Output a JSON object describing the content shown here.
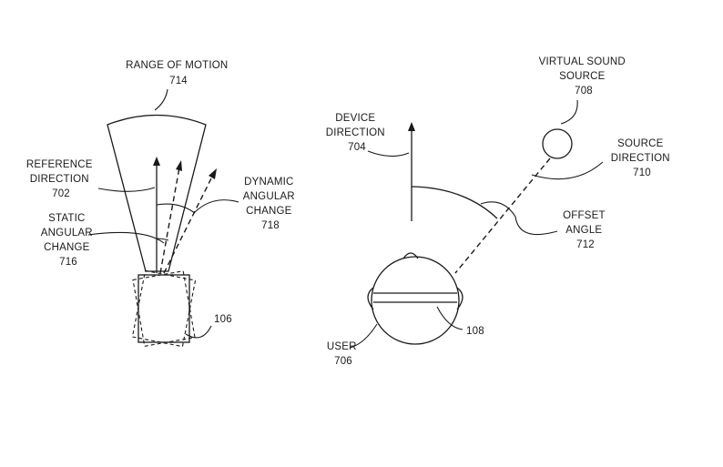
{
  "labels": {
    "range_of_motion": [
      "RANGE OF MOTION",
      "714"
    ],
    "reference_direction": [
      "REFERENCE",
      "DIRECTION",
      "702"
    ],
    "static_angular_change": [
      "STATIC",
      "ANGULAR",
      "CHANGE",
      "716"
    ],
    "dynamic_angular_change": [
      "DYNAMIC",
      "ANGULAR",
      "CHANGE",
      "718"
    ],
    "device_ref": "106",
    "device_direction": [
      "DEVICE",
      "DIRECTION",
      "704"
    ],
    "virtual_sound_source": [
      "VIRTUAL SOUND",
      "SOURCE",
      "708"
    ],
    "source_direction": [
      "SOURCE",
      "DIRECTION",
      "710"
    ],
    "offset_angle": [
      "OFFSET",
      "ANGLE",
      "712"
    ],
    "user": [
      "USER",
      "706"
    ],
    "head_ref": "108"
  }
}
